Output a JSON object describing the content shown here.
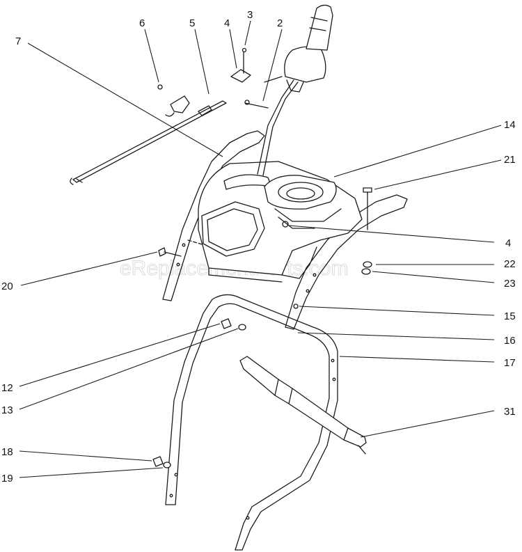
{
  "watermark": "eReplacementParts.com",
  "callouts": [
    {
      "id": "6",
      "label": "6"
    },
    {
      "id": "5",
      "label": "5"
    },
    {
      "id": "4a",
      "label": "4"
    },
    {
      "id": "3",
      "label": "3"
    },
    {
      "id": "2",
      "label": "2"
    },
    {
      "id": "7",
      "label": "7"
    },
    {
      "id": "14",
      "label": "14"
    },
    {
      "id": "21",
      "label": "21"
    },
    {
      "id": "4b",
      "label": "4"
    },
    {
      "id": "22",
      "label": "22"
    },
    {
      "id": "23",
      "label": "23"
    },
    {
      "id": "20",
      "label": "20"
    },
    {
      "id": "15",
      "label": "15"
    },
    {
      "id": "16",
      "label": "16"
    },
    {
      "id": "17",
      "label": "17"
    },
    {
      "id": "12",
      "label": "12"
    },
    {
      "id": "13",
      "label": "13"
    },
    {
      "id": "31",
      "label": "31"
    },
    {
      "id": "18",
      "label": "18"
    },
    {
      "id": "19",
      "label": "19"
    }
  ]
}
